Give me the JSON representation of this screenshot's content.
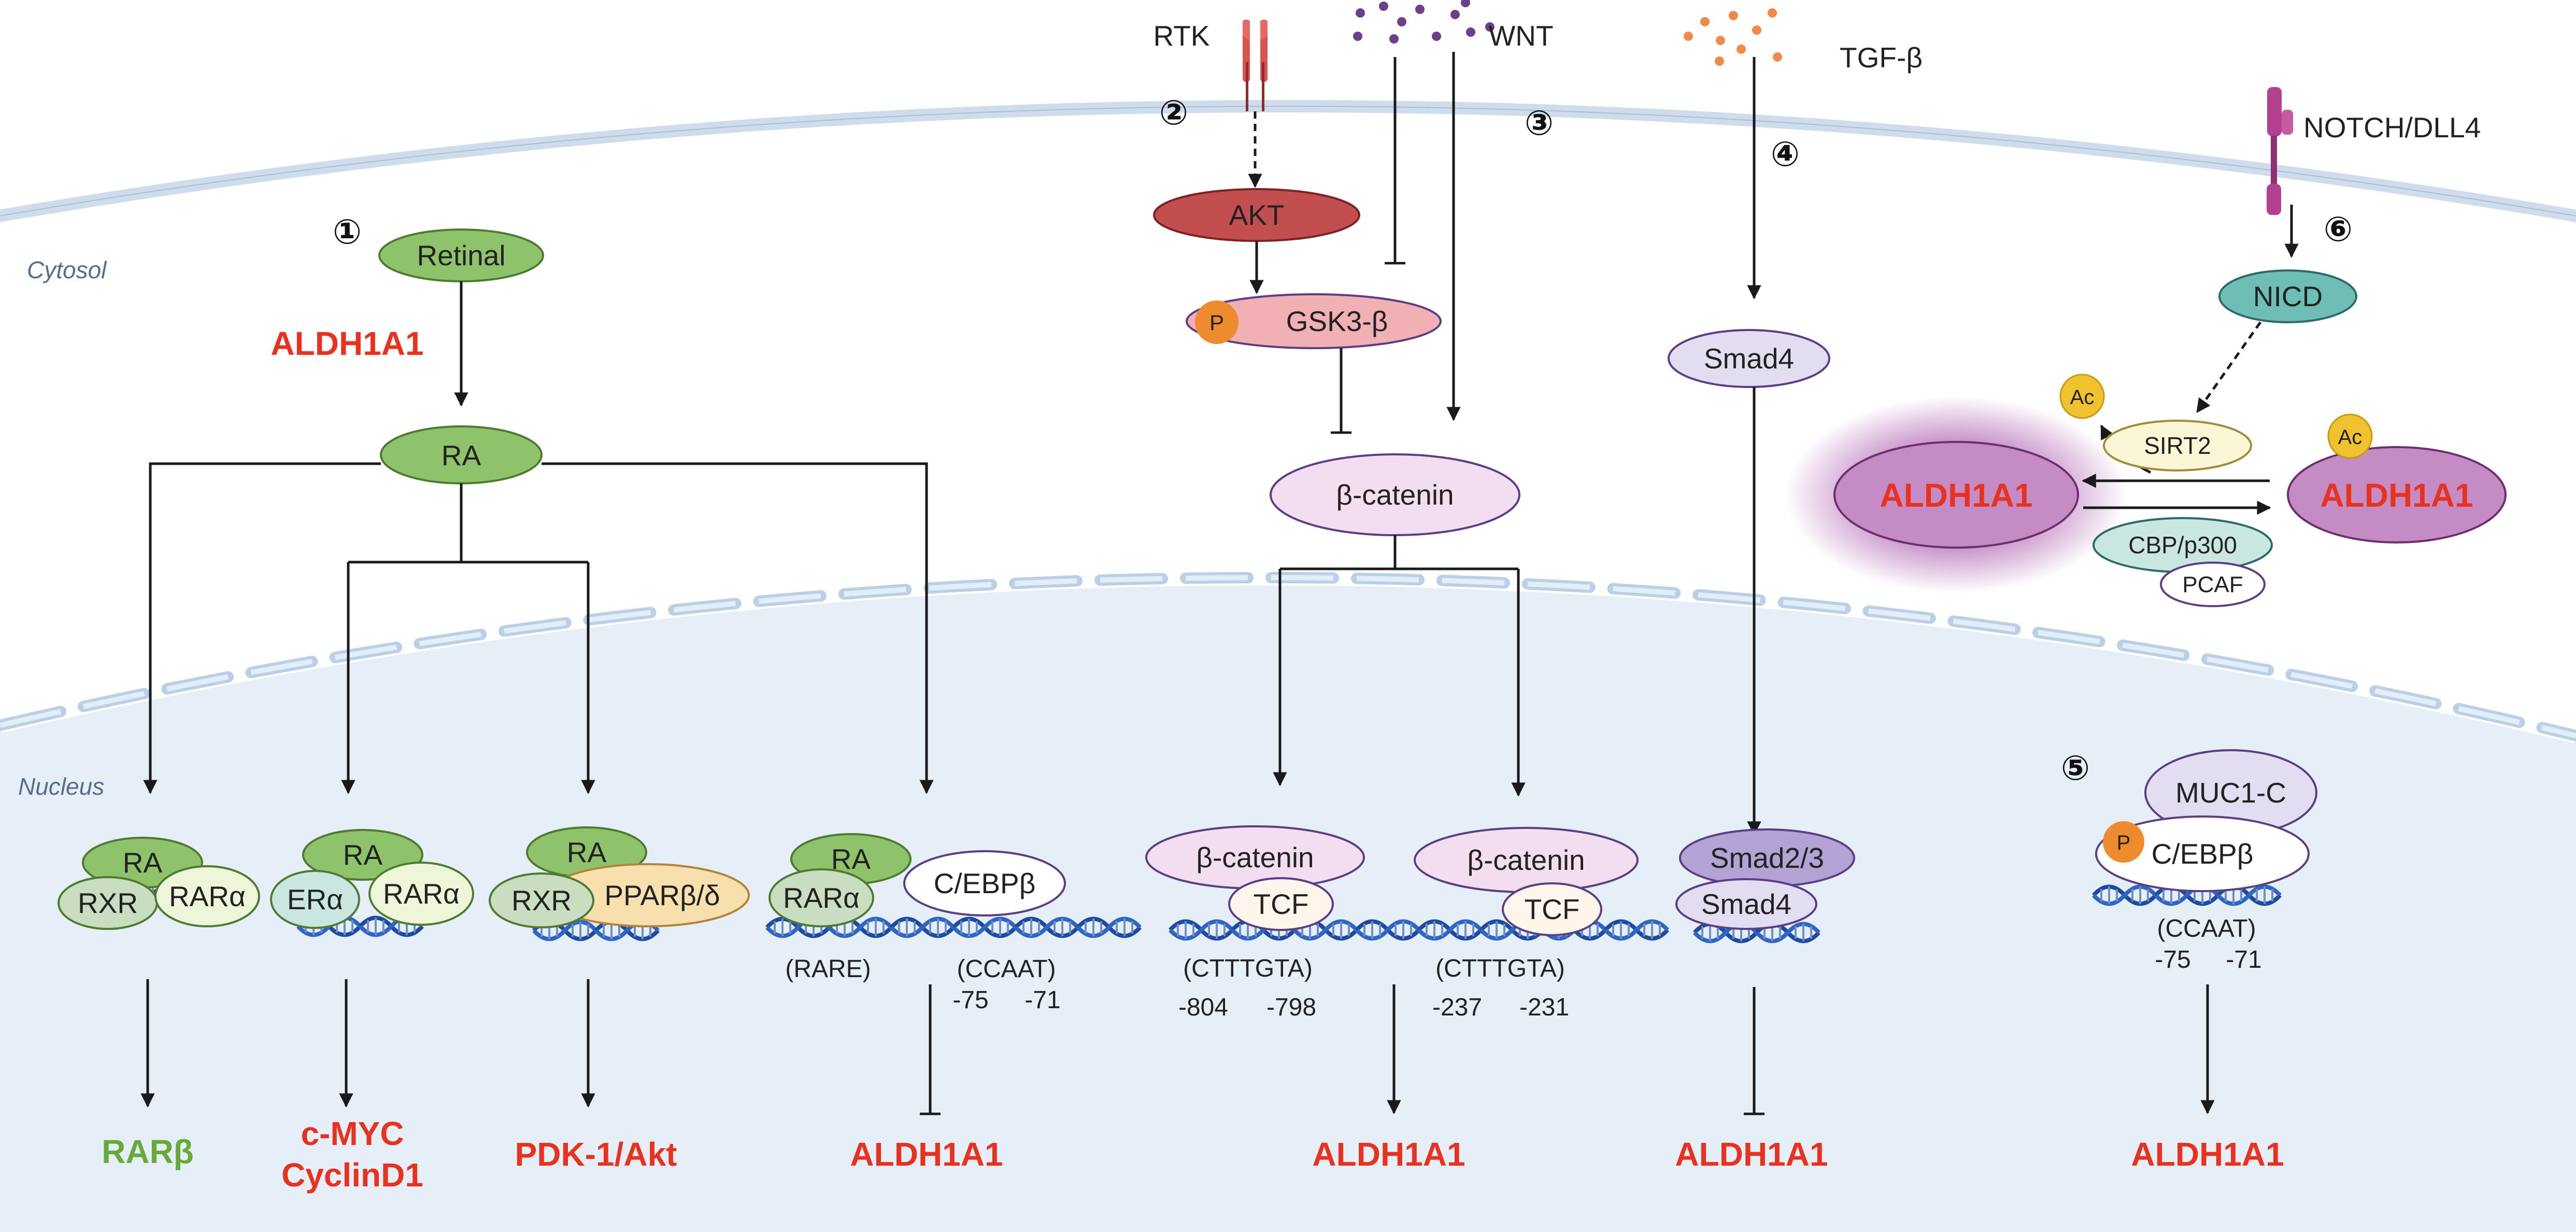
{
  "compartments": {
    "cytosol": "Cytosol",
    "nucleus": "Nucleus"
  },
  "pathway_numbers": [
    "①",
    "②",
    "③",
    "④",
    "⑤",
    "⑥"
  ],
  "signals": {
    "rtk": "RTK",
    "wnt": "WNT",
    "tgfb": "TGF-β",
    "notch": "NOTCH/DLL4"
  },
  "pathway1": {
    "enzyme": "ALDH1A1",
    "retinal": "Retinal",
    "ra": "RA",
    "complex_a": {
      "ra": "RA",
      "rxr": "RXR",
      "rar": "RARα"
    },
    "complex_b": {
      "ra": "RA",
      "er": "ERα",
      "rar": "RARα"
    },
    "complex_c": {
      "ra": "RA",
      "rxr": "RXR",
      "ppar": "PPARβ/δ"
    },
    "complex_d": {
      "ra": "RA",
      "rar": "RARα",
      "cebp": "C/EBPβ",
      "rare": "(RARE)",
      "ccaat": "(CCAAT)",
      "pos1": "-75",
      "pos2": "-71"
    },
    "outputs": {
      "rarb": "RARβ",
      "cmyc": "c-MYC",
      "cyclin": "CyclinD1",
      "pdk": "PDK-1/Akt",
      "aldh": "ALDH1A1"
    }
  },
  "pathway2": {
    "akt": "AKT",
    "phospho": "P",
    "gsk": "GSK3-β"
  },
  "pathway3": {
    "bcatenin": "β-catenin",
    "left": {
      "bcat": "β-catenin",
      "tcf": "TCF",
      "motif": "(CTTTGTA)",
      "pos1": "-804",
      "pos2": "-798"
    },
    "right": {
      "bcat": "β-catenin",
      "tcf": "TCF",
      "motif": "(CTTTGTA)",
      "pos1": "-237",
      "pos2": "-231"
    },
    "output": "ALDH1A1"
  },
  "pathway4": {
    "smad4": "Smad4",
    "smad23": "Smad2/3",
    "smad4_nuc": "Smad4",
    "output": "ALDH1A1"
  },
  "pathway5": {
    "muc1c": "MUC1-C",
    "phospho": "P",
    "cebp": "C/EBPβ",
    "ccaat": "(CCAAT)",
    "pos1": "-75",
    "pos2": "-71",
    "output": "ALDH1A1"
  },
  "pathway6": {
    "nicd": "NICD",
    "ac_left": "Ac",
    "ac_right": "Ac",
    "sirt2": "SIRT2",
    "aldh_left": "ALDH1A1",
    "aldh_right": "ALDH1A1",
    "cbp": "CBP/p300",
    "pcaf": "PCAF"
  },
  "colors": {
    "green_node": "#8ec26b",
    "red_node": "#c24e50",
    "pink_node": "#f0b0b4",
    "lilac_node": "#f2def0",
    "lavender_node": "#e3ddf1",
    "teal_node": "#6ebeb5",
    "purple_node": "#c48bc5",
    "output_red": "#e8321f",
    "output_green": "#66ab3a",
    "dna": "#1e4aa0",
    "nucleus_fill": "#e6eff8",
    "membrane": "#cfdceb"
  }
}
